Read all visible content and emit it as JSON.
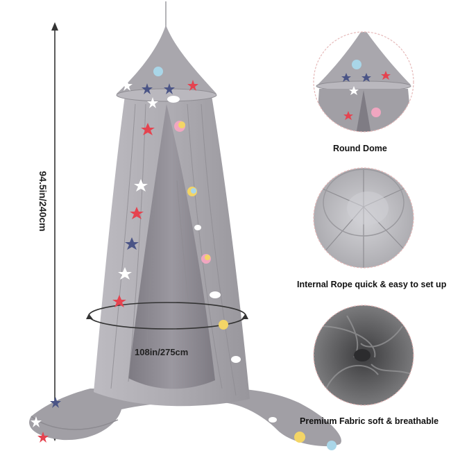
{
  "dimensions": {
    "height": "94.5in/240cm",
    "circumference": "108in/275cm"
  },
  "features": [
    {
      "caption": "Round Dome",
      "image": "round-dome-closeup"
    },
    {
      "caption": "Internal Rope quick & easy to set up",
      "image": "internal-rope-view"
    },
    {
      "caption": "Premium Fabric soft & breathable",
      "image": "fabric-swirl-closeup"
    }
  ],
  "colors": {
    "canopy": "#a7a5ab",
    "canopy_shadow": "#8c8a90",
    "star_red": "#e5434f",
    "star_navy": "#4a5486",
    "star_white": "#ffffff",
    "circle_border": "#e6b9b9"
  }
}
